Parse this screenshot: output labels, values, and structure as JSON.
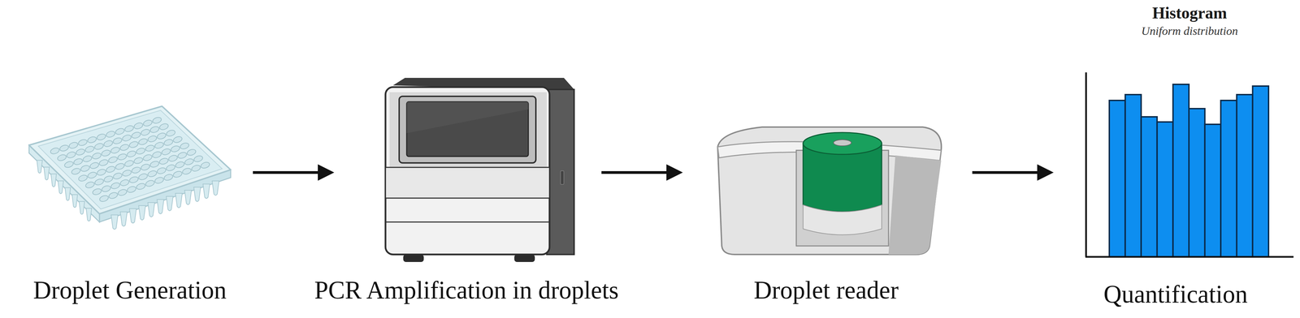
{
  "diagram": {
    "nodes": [
      {
        "text": [
          "Droplet Generation"
        ]
      },
      {
        "text": [
          "PCR Amplification in droplets"
        ]
      },
      {
        "text": [
          "Droplet reader"
        ]
      },
      {
        "text": [
          "Quantification"
        ]
      }
    ],
    "edges": [
      {
        "from": 0,
        "to": 1,
        "arrow": "to"
      },
      {
        "from": 1,
        "to": 2,
        "arrow": "to"
      },
      {
        "from": 2,
        "to": 3,
        "arrow": "to"
      }
    ],
    "labels": [
      "Histogram",
      "Uniform distribution"
    ]
  }
}
